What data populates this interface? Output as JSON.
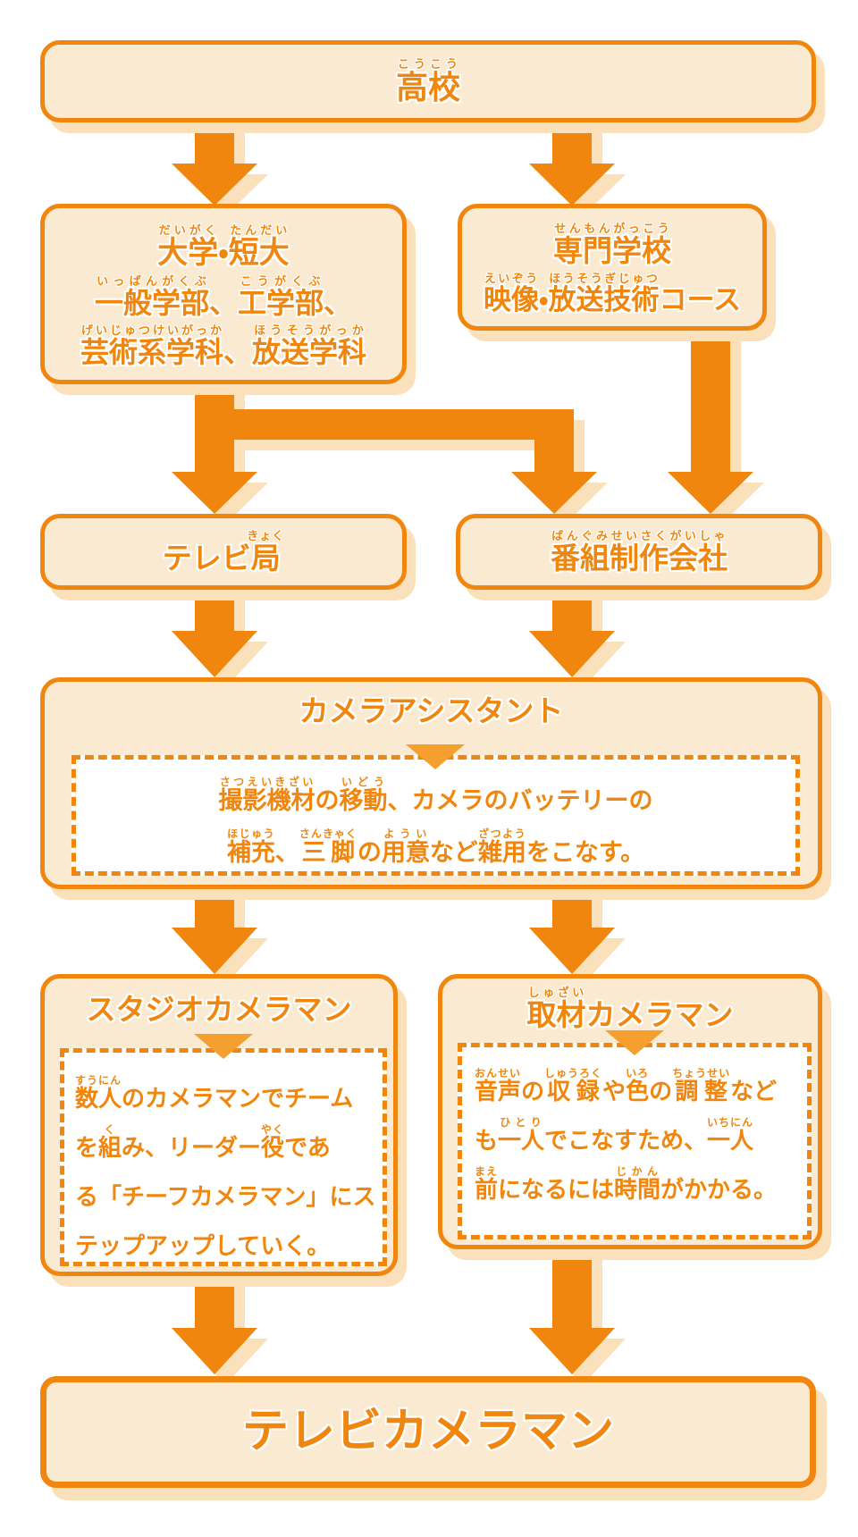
{
  "palette": {
    "orange": "#F0860D",
    "orange_light_triangle": "#F5A02E",
    "box_fill_cream": "#FBEAD2",
    "drop_shadow_peach": "#FAE1BC",
    "note_background": "#FFFFFF",
    "page_background": "#FFFFFF",
    "text_outline": "#FFFFFF"
  },
  "nodes": {
    "koukou": {
      "title": [
        {
          "t": "高校",
          "r": "こうこう"
        }
      ]
    },
    "daigaku": {
      "line1": [
        {
          "t": "大学",
          "r": "だいがく"
        },
        {
          "t": "・"
        },
        {
          "t": "短大",
          "r": "たんだい"
        }
      ],
      "line2": [
        {
          "t": "一般学部",
          "r": "いっぱんがくぶ"
        },
        {
          "t": "、"
        },
        {
          "t": "工学部",
          "r": "こうがくぶ"
        },
        {
          "t": "、"
        }
      ],
      "line3": [
        {
          "t": "芸術系学科",
          "r": "げいじゅつけいがっか"
        },
        {
          "t": "、"
        },
        {
          "t": "放送学科",
          "r": "ほうそうがっか"
        }
      ]
    },
    "senmon": {
      "line1": [
        {
          "t": "専門学校",
          "r": "せんもんがっこう"
        }
      ],
      "line2": [
        {
          "t": "映像",
          "r": "えいぞう"
        },
        {
          "t": "・"
        },
        {
          "t": "放送技術",
          "r": "ほうそうぎじゅつ"
        },
        {
          "t": "コース"
        }
      ]
    },
    "tvkyoku": {
      "title": [
        {
          "t": "テレビ"
        },
        {
          "t": "局",
          "r": "きょく"
        }
      ]
    },
    "seisaku": {
      "title": [
        {
          "t": "番組制作会社",
          "r": "ばんぐみせいさくがいしゃ"
        }
      ]
    },
    "assistant": {
      "title": [
        {
          "t": "カメラアシスタント"
        }
      ],
      "desc1": [
        {
          "t": "撮影機材",
          "r": "さつえいきざい"
        },
        {
          "t": "の"
        },
        {
          "t": "移動",
          "r": "いどう"
        },
        {
          "t": "、カメラのバッテリーの"
        }
      ],
      "desc2": [
        {
          "t": "補充",
          "r": "ほじゅう"
        },
        {
          "t": "、"
        },
        {
          "t": "三脚",
          "r": "さんきゃく"
        },
        {
          "t": "の"
        },
        {
          "t": "用意",
          "r": "ようい"
        },
        {
          "t": "など"
        },
        {
          "t": "雑用",
          "r": "ざつよう"
        },
        {
          "t": "をこなす。"
        }
      ]
    },
    "studio": {
      "title": [
        {
          "t": "スタジオカメラマン"
        }
      ],
      "desc1": [
        {
          "t": "数人",
          "r": "すうにん"
        },
        {
          "t": "のカメラマンでチーム"
        }
      ],
      "desc2": [
        {
          "t": "を"
        },
        {
          "t": "組",
          "r": "く"
        },
        {
          "t": "み、リーダー"
        },
        {
          "t": "役",
          "r": "やく"
        },
        {
          "t": "であ"
        }
      ],
      "desc3": [
        {
          "t": "る「チーフカメラマン」にス"
        }
      ],
      "desc4": [
        {
          "t": "テップアップしていく。"
        }
      ]
    },
    "shuzai": {
      "title": [
        {
          "t": "取材",
          "r": "しゅざい"
        },
        {
          "t": "カメラマン"
        }
      ],
      "desc1": [
        {
          "t": "音声",
          "r": "おんせい"
        },
        {
          "t": "の"
        },
        {
          "t": "収録",
          "r": "しゅうろく"
        },
        {
          "t": "や"
        },
        {
          "t": "色",
          "r": "いろ"
        },
        {
          "t": "の"
        },
        {
          "t": "調整",
          "r": "ちょうせい"
        },
        {
          "t": "など"
        }
      ],
      "desc2": [
        {
          "t": "も"
        },
        {
          "t": "一人",
          "r": "ひとり"
        },
        {
          "t": "でこなすため、"
        },
        {
          "t": "一人",
          "r": "いちにん"
        }
      ],
      "desc3": [
        {
          "t": "前",
          "r": "まえ"
        },
        {
          "t": "になるには"
        },
        {
          "t": "時間",
          "r": "じかん"
        },
        {
          "t": "がかかる。"
        }
      ]
    },
    "final": {
      "title": [
        {
          "t": "テレビカメラマン"
        }
      ]
    }
  }
}
